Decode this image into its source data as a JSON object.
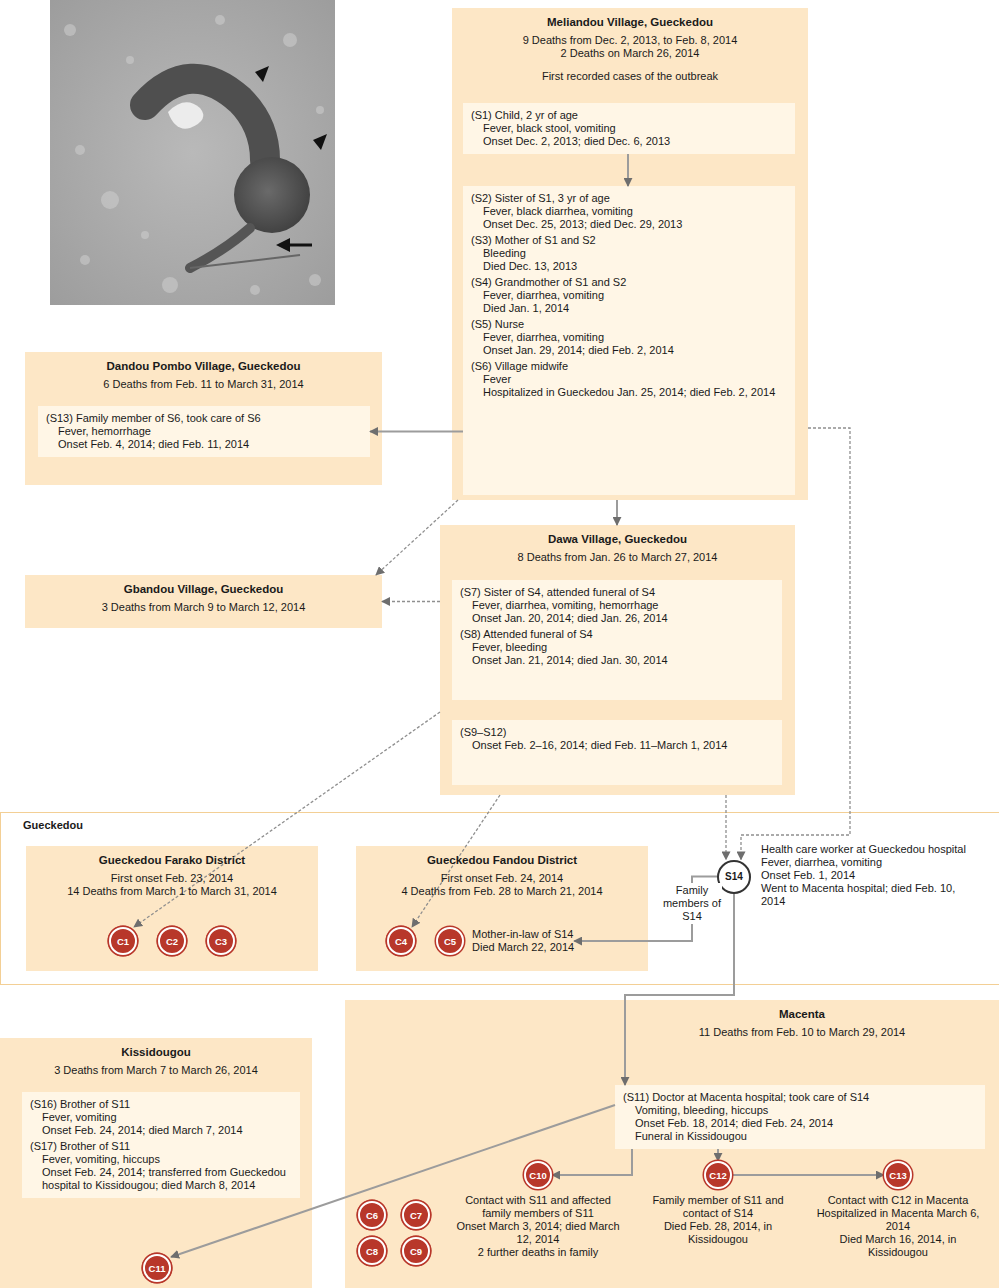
{
  "diagram": {
    "nodes": [
      {
        "text": [
          "Meliandou Village, Gueckedou",
          "9 Deaths from Dec. 2, 2013, to Feb. 8, 2014",
          "2 Deaths on March 26, 2014",
          "First recorded cases of the outbreak"
        ]
      },
      {
        "text": [
          "(S1) Child, 2 yr of age",
          "Fever, black stool, vomiting",
          "Onset Dec. 2, 2013; died Dec. 6, 2013"
        ],
        "in": 0
      },
      {
        "text": [
          "(S2) Sister of S1, 3 yr of age",
          "Fever, black diarrhea, vomiting",
          "Onset Dec. 25, 2013; died Dec. 29, 2013",
          "(S3) Mother of S1 and S2",
          "Bleeding",
          "Died Dec. 13, 2013",
          "(S4) Grandmother of S1 and S2",
          "Fever, diarrhea, vomiting",
          "Died Jan. 1, 2014",
          "(S5) Nurse",
          "Fever, diarrhea, vomiting",
          "Onset Jan. 29, 2014; died Feb. 2, 2014",
          "(S6) Village midwife",
          "Fever",
          "Hospitalized in Gueckedou Jan. 25, 2014; died Feb. 2, 2014"
        ],
        "in": 0
      },
      {
        "text": [
          "Dandou Pombo Village, Gueckedou",
          "6 Deaths from Feb. 11 to March 31, 2014"
        ]
      },
      {
        "text": [
          "(S13) Family member of S6, took care of S6",
          "Fever, hemorrhage",
          "Onset Feb. 4, 2014; died Feb. 11, 2014"
        ],
        "in": 3
      },
      {
        "text": [
          "Dawa Village, Gueckedou",
          "8 Deaths from Jan. 26 to March 27, 2014"
        ]
      },
      {
        "text": [
          "(S7) Sister of S4, attended funeral of S4",
          "Fever, diarrhea, vomiting, hemorrhage",
          "Onset Jan. 20, 2014; died Jan. 26, 2014",
          "(S8) Attended funeral of S4",
          "Fever, bleeding",
          "Onset Jan. 21, 2014; died Jan. 30, 2014"
        ],
        "in": 5
      },
      {
        "text": [
          "(S9–S12)",
          "Onset Feb. 2–16, 2014; died Feb. 11–March 1, 2014"
        ],
        "in": 5
      },
      {
        "text": [
          "Gbandou Village, Gueckedou",
          "3 Deaths from March 9 to March 12, 2014"
        ]
      },
      {
        "text": [
          "Gueckedou"
        ]
      },
      {
        "text": [
          "Gueckedou Farako District",
          "First onset Feb. 23, 2014",
          "14 Deaths from March 1 to March 31, 2014"
        ],
        "in": 9
      },
      {
        "text": [
          "C1"
        ],
        "in": 10
      },
      {
        "text": [
          "C2"
        ],
        "in": 10
      },
      {
        "text": [
          "C3"
        ],
        "in": 10
      },
      {
        "text": [
          "Gueckedou Fandou District",
          "First onset Feb. 24, 2014",
          "4 Deaths from Feb. 28 to March 21, 2014"
        ],
        "in": 9
      },
      {
        "text": [
          "C4"
        ],
        "in": 14
      },
      {
        "text": [
          "C5",
          "Mother-in-law of S14",
          "Died March 22, 2014"
        ],
        "in": 14
      },
      {
        "text": [
          "S14",
          "Health care worker at Gueckedou hospital",
          "Fever, diarrhea, vomiting",
          "Onset Feb. 1, 2014",
          "Went to Macenta hospital; died Feb. 10, 2014"
        ],
        "in": 9
      },
      {
        "text": [
          "Kissidougou",
          "3 Deaths from March 7 to March 26, 2014"
        ]
      },
      {
        "text": [
          "(S16) Brother of S11",
          "Fever, vomiting",
          "Onset Feb. 24, 2014; died March 7, 2014",
          "(S17) Brother of S11",
          "Fever, vomiting, hiccups",
          "Onset Feb. 24, 2014; transferred from Gueckedou hospital to Kissidougou; died March 8, 2014"
        ],
        "in": 18
      },
      {
        "text": [
          "C11"
        ],
        "in": 18
      },
      {
        "text": [
          "Macenta",
          "11 Deaths from Feb. 10 to March 29, 2014"
        ]
      },
      {
        "text": [
          "(S11) Doctor at Macenta hospital; took care of S14",
          "Vomiting, bleeding, hiccups",
          "Onset Feb. 18, 2014; died Feb. 24, 2014",
          "Funeral in Kissidougou"
        ],
        "in": 21
      },
      {
        "text": [
          "C10",
          "Contact with S11 and affected family members of S11",
          "Onset March 3, 2014; died March 12, 2014",
          "2 further deaths in family"
        ],
        "in": 21
      },
      {
        "text": [
          "C12",
          "Family member of S11 and contact of S14",
          "Died Feb. 28, 2014, in Kissidougou"
        ],
        "in": 21
      },
      {
        "text": [
          "C13",
          "Contact with C12 in Macenta",
          "Hospitalized in Macenta March 6, 2014",
          "Died March 16, 2014, in Kissidougou"
        ],
        "in": 21
      },
      {
        "text": [
          "C6"
        ],
        "in": 21
      },
      {
        "text": [
          "C7"
        ],
        "in": 21
      },
      {
        "text": [
          "C8"
        ],
        "in": 21
      },
      {
        "text": [
          "C9"
        ],
        "in": 21
      }
    ],
    "edges": [
      {
        "from": 1,
        "to": 2,
        "arrow": "to"
      },
      {
        "from": 2,
        "to": 4,
        "arrow": "to"
      },
      {
        "from": 0,
        "to": 5,
        "arrow": "to"
      },
      {
        "from": 0,
        "to": 8,
        "arrow": "to"
      },
      {
        "from": 5,
        "to": 8,
        "arrow": "to"
      },
      {
        "from": 5,
        "to": 10,
        "arrow": "to"
      },
      {
        "from": 5,
        "to": 14,
        "arrow": "to"
      },
      {
        "from": 5,
        "to": 17,
        "arrow": "to"
      },
      {
        "from": 0,
        "to": 17,
        "arrow": "to"
      },
      {
        "from": 17,
        "to": 16,
        "label": "Family members of S14",
        "arrow": "to"
      },
      {
        "from": 17,
        "to": 22,
        "arrow": "to"
      },
      {
        "from": 22,
        "to": 18,
        "arrow": "to"
      },
      {
        "from": 22,
        "to": 23,
        "arrow": "to"
      },
      {
        "from": 22,
        "to": 24,
        "arrow": "to"
      },
      {
        "from": 24,
        "to": 25,
        "arrow": "to"
      }
    ]
  }
}
